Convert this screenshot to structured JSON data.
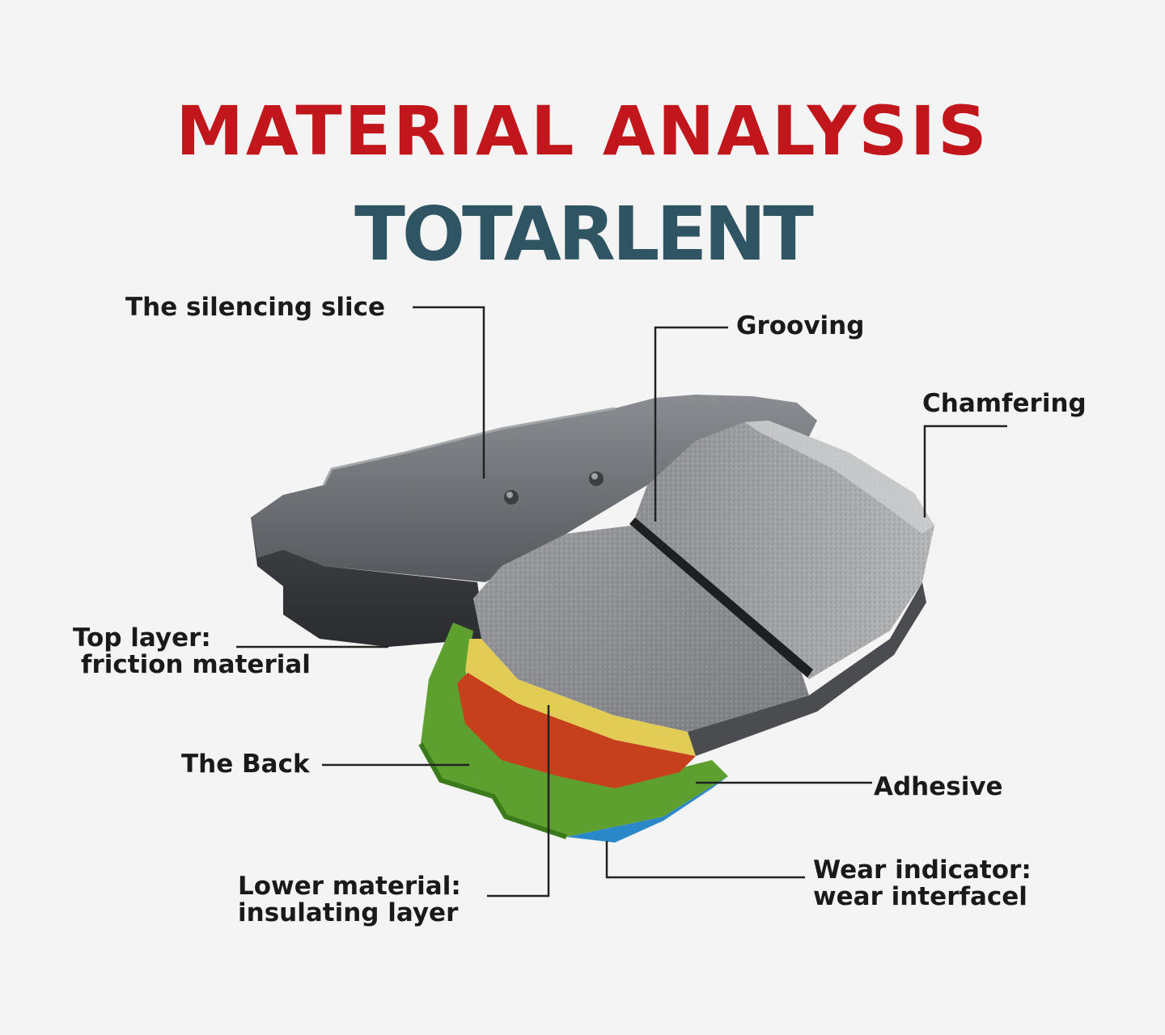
{
  "header": {
    "title": "MATERIAL ANALYSIS",
    "brand_logo_text": "TOTARLENT"
  },
  "labels": {
    "silencing_slice": "The silencing slice",
    "grooving": "Grooving",
    "chamfering": "Chamfering",
    "top_layer_line1": "Top layer:",
    "top_layer_line2": "friction material",
    "the_back": "The Back",
    "adhesive": "Adhesive",
    "lower_material_line1": "Lower material:",
    "lower_material_line2": "insulating layer",
    "wear_indicator_line1": "Wear indicator:",
    "wear_indicator_line2": "wear interfacel"
  },
  "colors": {
    "title": "#c2161d",
    "brand": "#2f5563",
    "backing_plate": "#6f7276",
    "friction_material": "#8d8f92",
    "back_layer": "#5ea02f",
    "adhesive_layer": "#e3cc55",
    "insulating_layer": "#c7401c",
    "wear_indicator": "#2a88c8",
    "leader_line": "#222222"
  },
  "icons": [
    "brake-pad-illustration"
  ]
}
